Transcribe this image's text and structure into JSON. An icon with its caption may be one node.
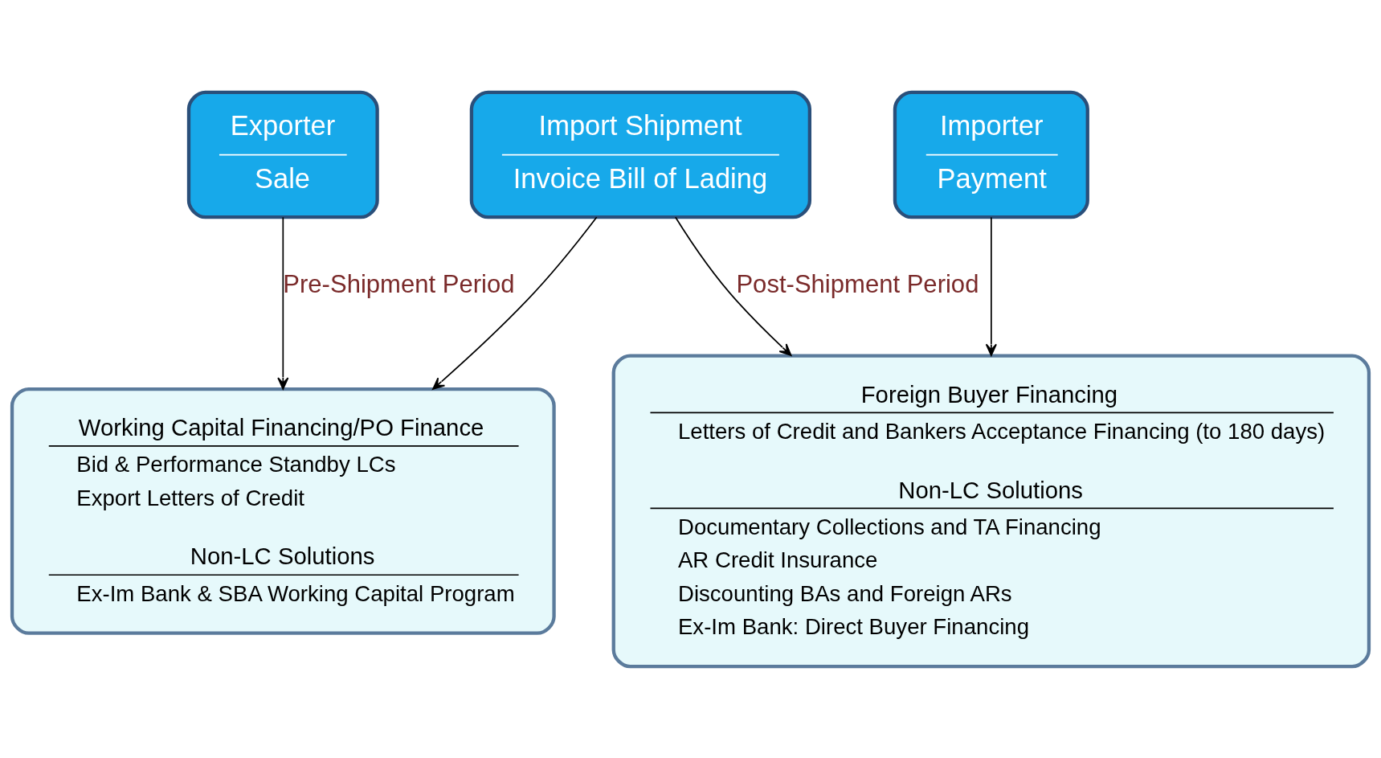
{
  "diagram": {
    "nodes": [
      {
        "text": [
          "Exporter",
          "Sale"
        ]
      },
      {
        "text": [
          "Import Shipment",
          "Invoice Bill of Lading"
        ]
      },
      {
        "text": [
          "Importer",
          "Payment"
        ]
      },
      {
        "text": [
          "Working Capital Financing/PO Finance",
          "Bid & Performance Standby LCs",
          "Export Letters of Credit",
          "Non-LC Solutions",
          "Ex-Im Bank & SBA Working Capital Program"
        ]
      },
      {
        "text": [
          "Foreign Buyer Financing",
          "Letters of Credit and Bankers Acceptance Financing (to 180 days)",
          "Non-LC Solutions",
          "Documentary Collections and TA Financing",
          "AR Credit Insurance",
          "Discounting BAs and Foreign ARs",
          "Ex-Im Bank: Direct Buyer Financing"
        ]
      }
    ],
    "edges": [
      {
        "from": 0,
        "to": 3,
        "arrow": "to",
        "label": "Pre-Shipment Period"
      },
      {
        "from": 1,
        "to": 3,
        "arrow": "to"
      },
      {
        "from": 1,
        "to": 4,
        "arrow": "to",
        "label": "Post-Shipment Period"
      },
      {
        "from": 2,
        "to": 4,
        "arrow": "to"
      }
    ]
  }
}
